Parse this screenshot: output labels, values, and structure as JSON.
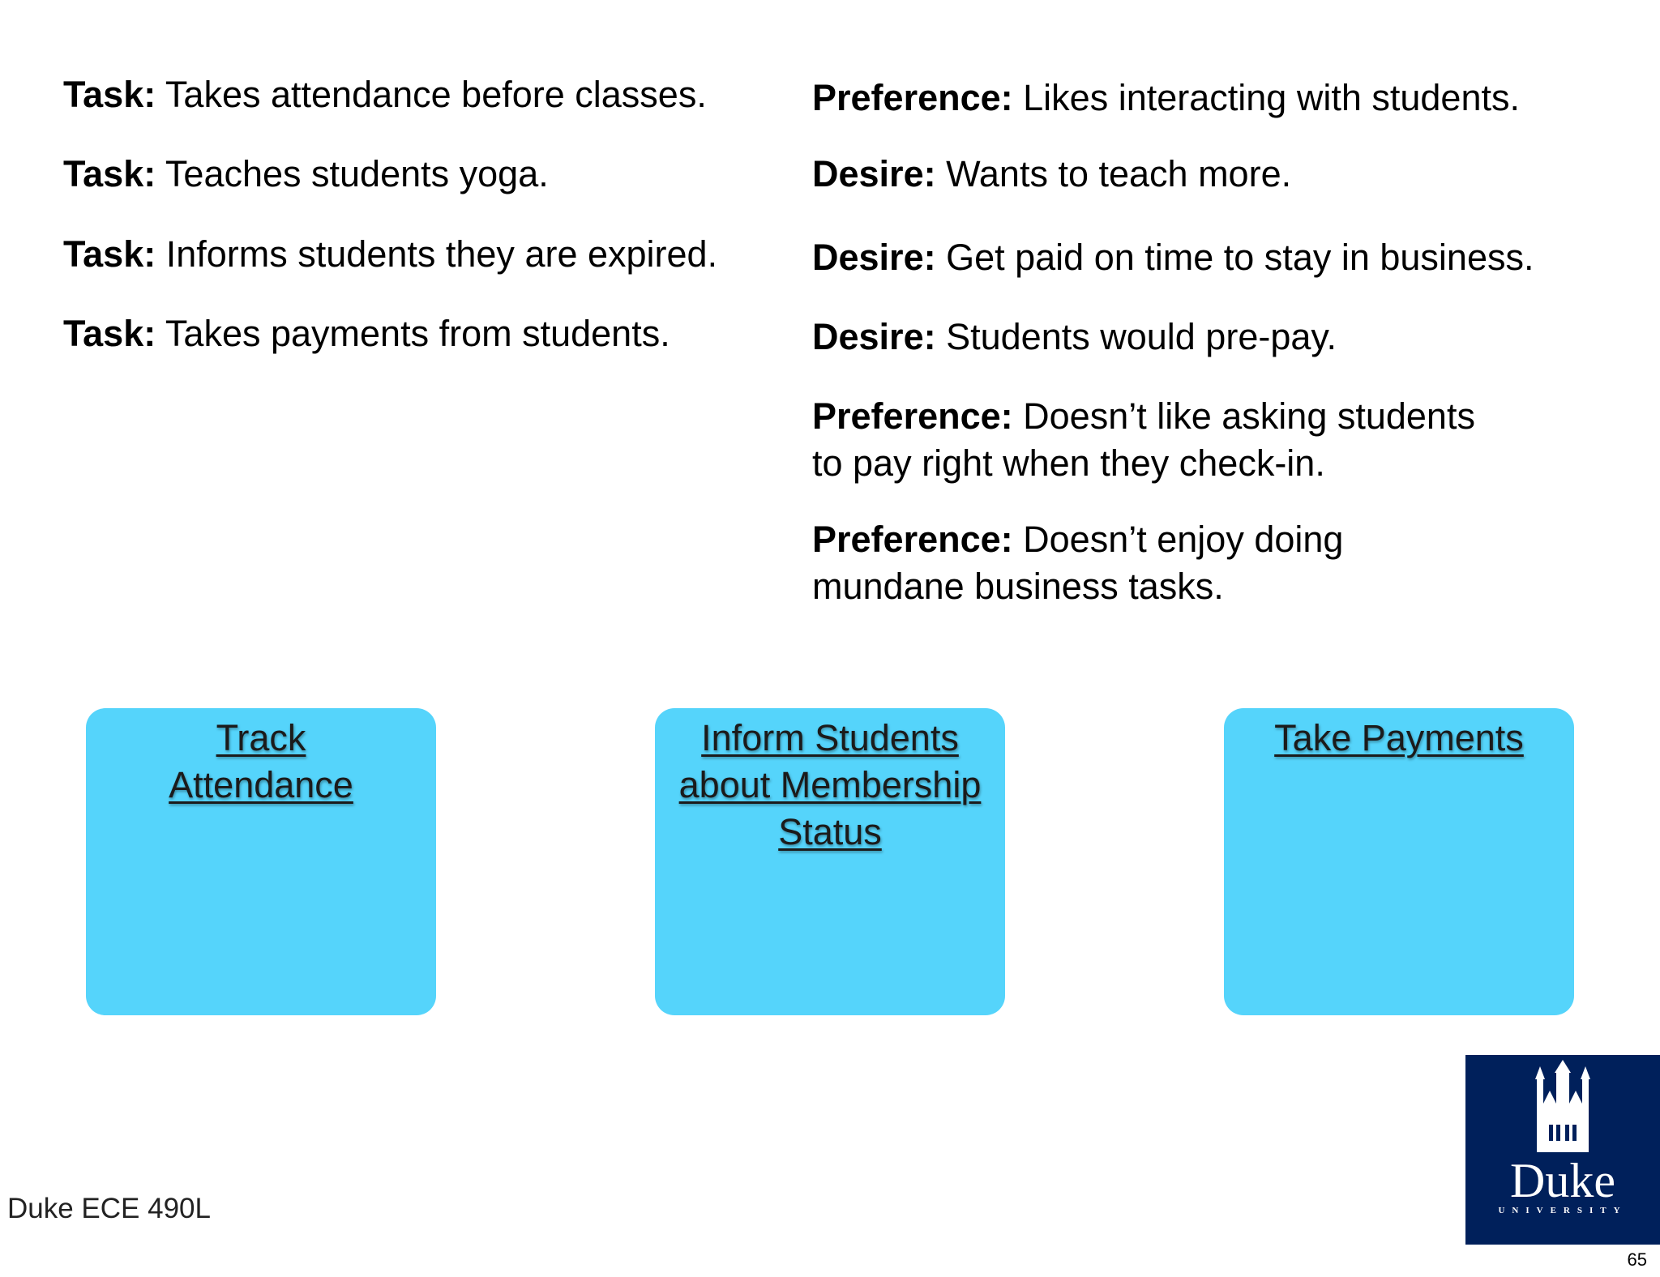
{
  "tasks": [
    {
      "label": "Task:",
      "text": "Takes attendance before classes."
    },
    {
      "label": "Task:",
      "text": "Teaches students yoga."
    },
    {
      "label": "Task:",
      "text": "Informs students they are expired."
    },
    {
      "label": "Task:",
      "text": "Takes payments from students."
    }
  ],
  "needs": [
    {
      "label": "Preference:",
      "text": "Likes interacting with students."
    },
    {
      "label": "Desire:",
      "text": "Wants to teach more."
    },
    {
      "label": "Desire:",
      "text": "Get paid on time to stay in business."
    },
    {
      "label": "Desire:",
      "text": "Students would pre-pay."
    },
    {
      "label": "Preference:",
      "text": "Doesn’t like asking students",
      "text2": "to pay right when they check-in."
    },
    {
      "label": "Preference:",
      "text": "Doesn’t enjoy doing",
      "text2": "mundane business tasks."
    }
  ],
  "cards": [
    {
      "line1": "Track",
      "line2": "Attendance",
      "line3": ""
    },
    {
      "line1": "Inform Students",
      "line2": "about Membership",
      "line3": "Status"
    },
    {
      "line1": "Take Payments",
      "line2": "",
      "line3": ""
    }
  ],
  "footer": "Duke ECE 490L",
  "logo": {
    "word": "Duke",
    "sub": "UNIVERSITY",
    "bg_color": "#00205b"
  },
  "page_number": "65",
  "colors": {
    "card": "#55d4fb"
  }
}
